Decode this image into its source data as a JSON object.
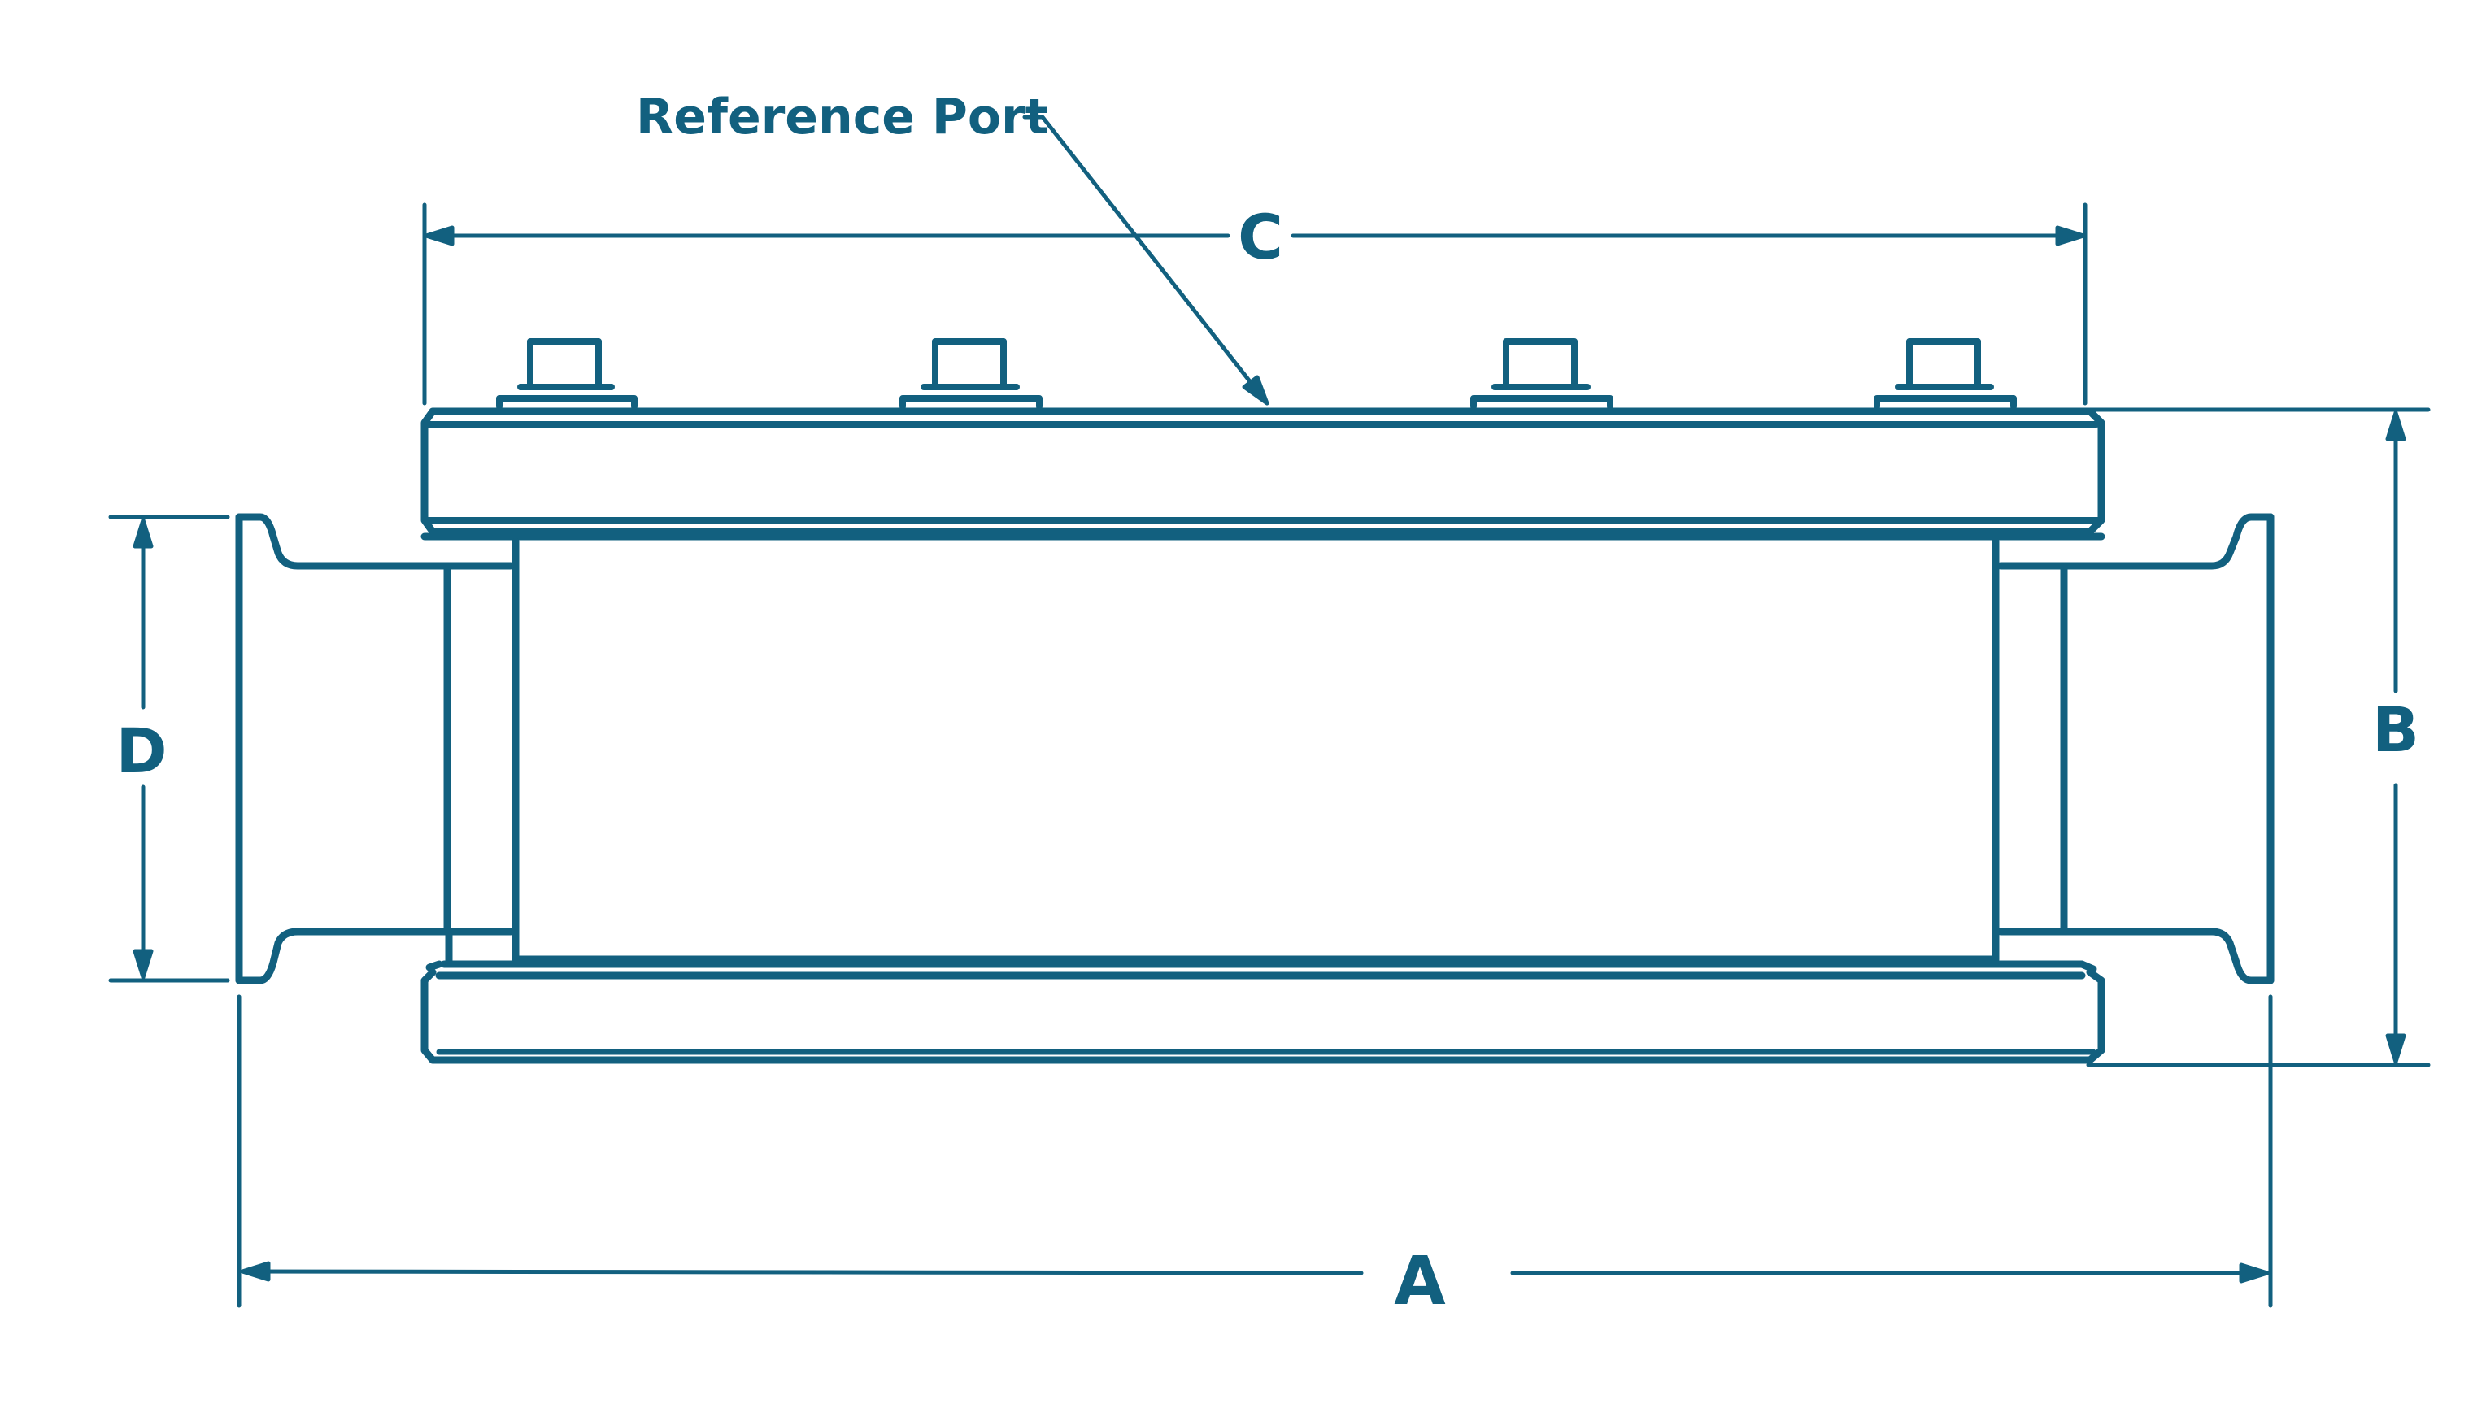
{
  "colors": {
    "line": "#12607F",
    "background": "#FFFFFF"
  },
  "labels": {
    "reference_port": "Reference Port",
    "dim_a": "A",
    "dim_b": "B",
    "dim_c": "C",
    "dim_d": "D"
  }
}
